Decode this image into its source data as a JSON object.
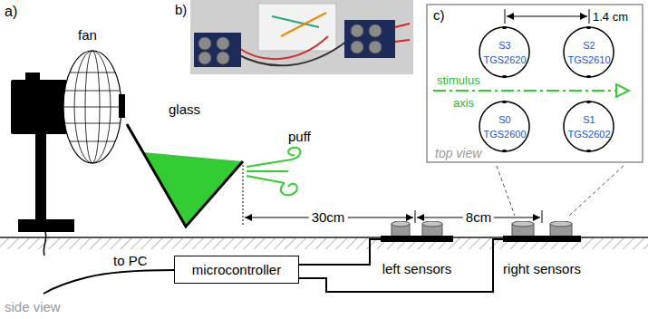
{
  "diagram": {
    "nodes": [
      {
        "text": [
          "c)",
          "top view"
        ]
      },
      {
        "text": [
          "S3",
          "TGS2620"
        ],
        "in": 0
      },
      {
        "text": [
          "S2",
          "TGS2610"
        ],
        "in": 0
      },
      {
        "text": [
          "S0",
          "TGS2600"
        ],
        "in": 0
      },
      {
        "text": [
          "S1",
          "TGS2602"
        ],
        "in": 0
      },
      {
        "text": [
          "left sensors"
        ]
      },
      {
        "text": [
          "right sensors"
        ]
      },
      {
        "text": [
          "microcontroller"
        ]
      }
    ],
    "edges": [
      {
        "from": 7,
        "to": 5,
        "arrow": "none"
      },
      {
        "from": 7,
        "to": 6,
        "arrow": "none"
      }
    ],
    "labels": [
      "a)",
      "fan",
      "b)",
      "glass",
      "puff",
      "1.4 cm",
      "stimulus",
      "axis",
      "30cm",
      "8cm",
      "to PC",
      "side view"
    ]
  }
}
